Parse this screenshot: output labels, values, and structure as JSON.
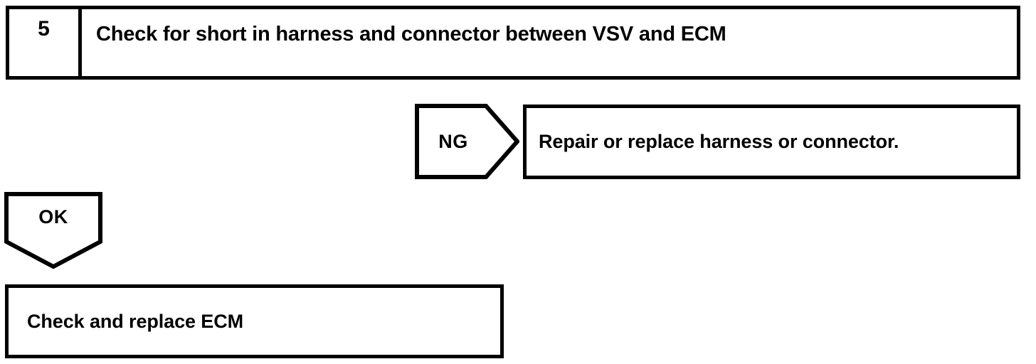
{
  "page": {
    "background_color": "#ffffff",
    "line_color": "#000000",
    "type": "diagnostic-flowchart-step"
  },
  "step": {
    "number": "5",
    "title": "Check for short in harness and connector between VSV and ECM"
  },
  "branches": [
    {
      "label": "NG",
      "shape": "pentagon-right",
      "result_text": "Repair or replace harness or connector."
    },
    {
      "label": "OK",
      "shape": "pentagon-down",
      "result_text": "Check and replace ECM"
    }
  ],
  "ng_branch": {
    "label": "NG",
    "result_text": "Repair or replace harness or connector."
  },
  "ok_branch": {
    "label": "OK",
    "result_text": "Check and replace ECM"
  }
}
